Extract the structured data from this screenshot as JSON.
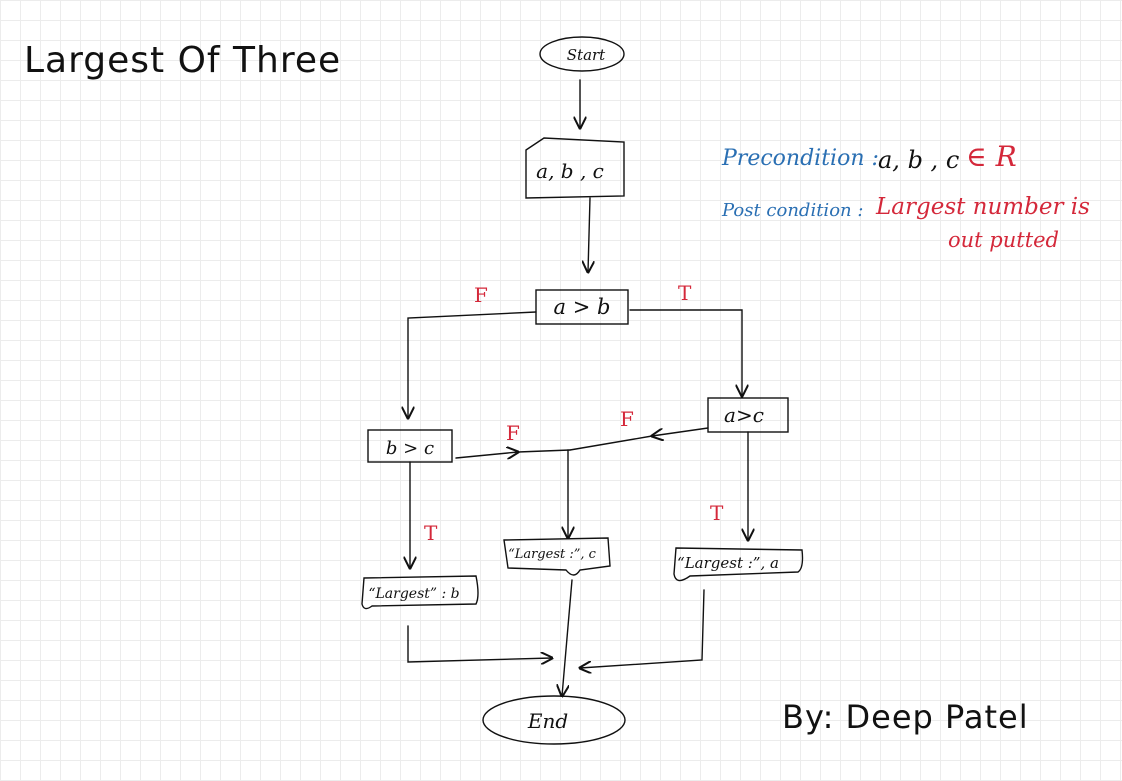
{
  "title": "Largest Of Three",
  "author": "By: Deep Patel",
  "precondition": {
    "label": "Precondition :",
    "value": "a, b , c",
    "set": "∈ R"
  },
  "postcondition": {
    "label": "Post condition :",
    "text_line1": "Largest number is",
    "text_line2": "out putted"
  },
  "nodes": {
    "start": "Start",
    "input": "a, b , c",
    "cond_ab": "a > b",
    "cond_ac": "a>c",
    "cond_bc": "b > c",
    "out_b": "“Largest” : b",
    "out_c": "“Largest :”, c",
    "out_a": "“Largest :”, a",
    "end": "End"
  },
  "edge_labels": {
    "ab_false": "F",
    "ab_true": "T",
    "ac_false": "F",
    "bc_false": "F",
    "bc_true": "T",
    "ac_true": "T"
  },
  "colors": {
    "ink": "#111111",
    "accent_red": "#d4283a",
    "accent_blue": "#2a6fb3"
  }
}
